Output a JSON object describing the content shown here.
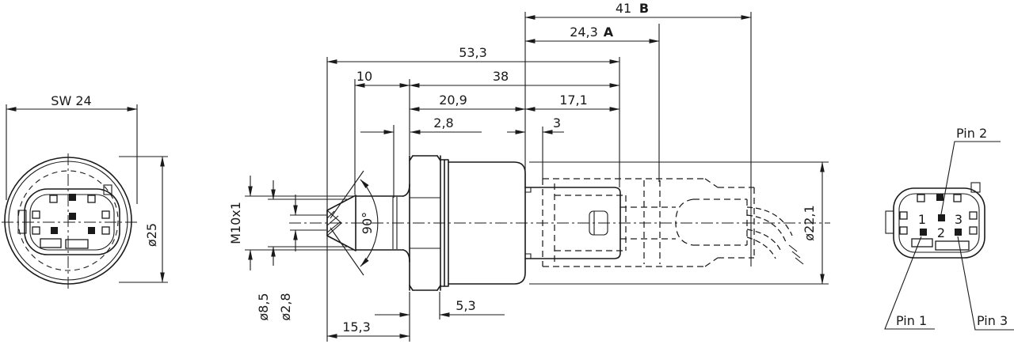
{
  "front_view": {
    "width_across_flats": "SW 24",
    "outer_diameter": "ø25"
  },
  "side_view": {
    "overall_b_value": "41",
    "overall_b_ref": "B",
    "len_a_value": "24,3",
    "len_a_ref": "A",
    "len_total": "53,3",
    "len_thread": "10",
    "len_38": "38",
    "len_209": "20,9",
    "len_171": "17,1",
    "len_28": "2,8",
    "len_3": "3",
    "thread_spec": "M10x1",
    "dia_85": "ø8,5",
    "dia_28": "ø2,8",
    "cone_angle": "90°",
    "len_53": "5,3",
    "len_153": "15,3",
    "dia_221": "ø22,1"
  },
  "pinout_view": {
    "pin1_label": "Pin 1",
    "pin2_label": "Pin 2",
    "pin3_label": "Pin 3",
    "pin1_num": "1",
    "pin2_num": "2",
    "pin3_num": "3"
  },
  "colors": {
    "line": "#1a1a1a",
    "background": "#ffffff"
  }
}
